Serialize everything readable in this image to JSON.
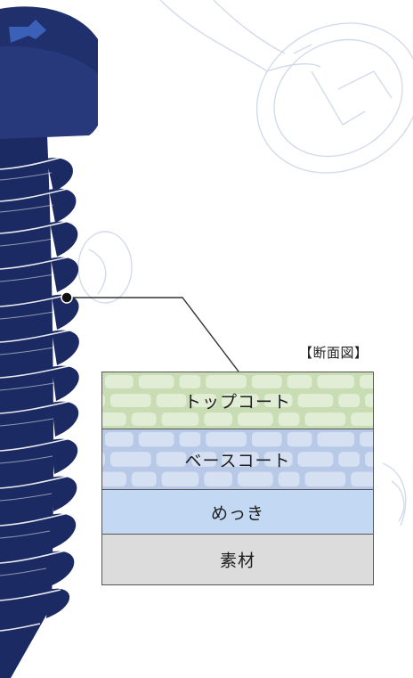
{
  "section_title": "【断面図】",
  "layers": [
    {
      "label": "トップコート",
      "color": "#c9ddb4",
      "brick_color": "#e6f0da"
    },
    {
      "label": "ベースコート",
      "color": "#b8c9e8",
      "brick_color": "#dae4f5"
    },
    {
      "label": "めっき",
      "color": "#c3d8f2"
    },
    {
      "label": "素材",
      "color": "#dcdcdc"
    }
  ],
  "colors": {
    "screw_dark": "#1b2a62",
    "screw_mid": "#27397a",
    "thread_line": "#ffffff",
    "background_line": "#d3dbeb",
    "leader_line": "#333333"
  }
}
